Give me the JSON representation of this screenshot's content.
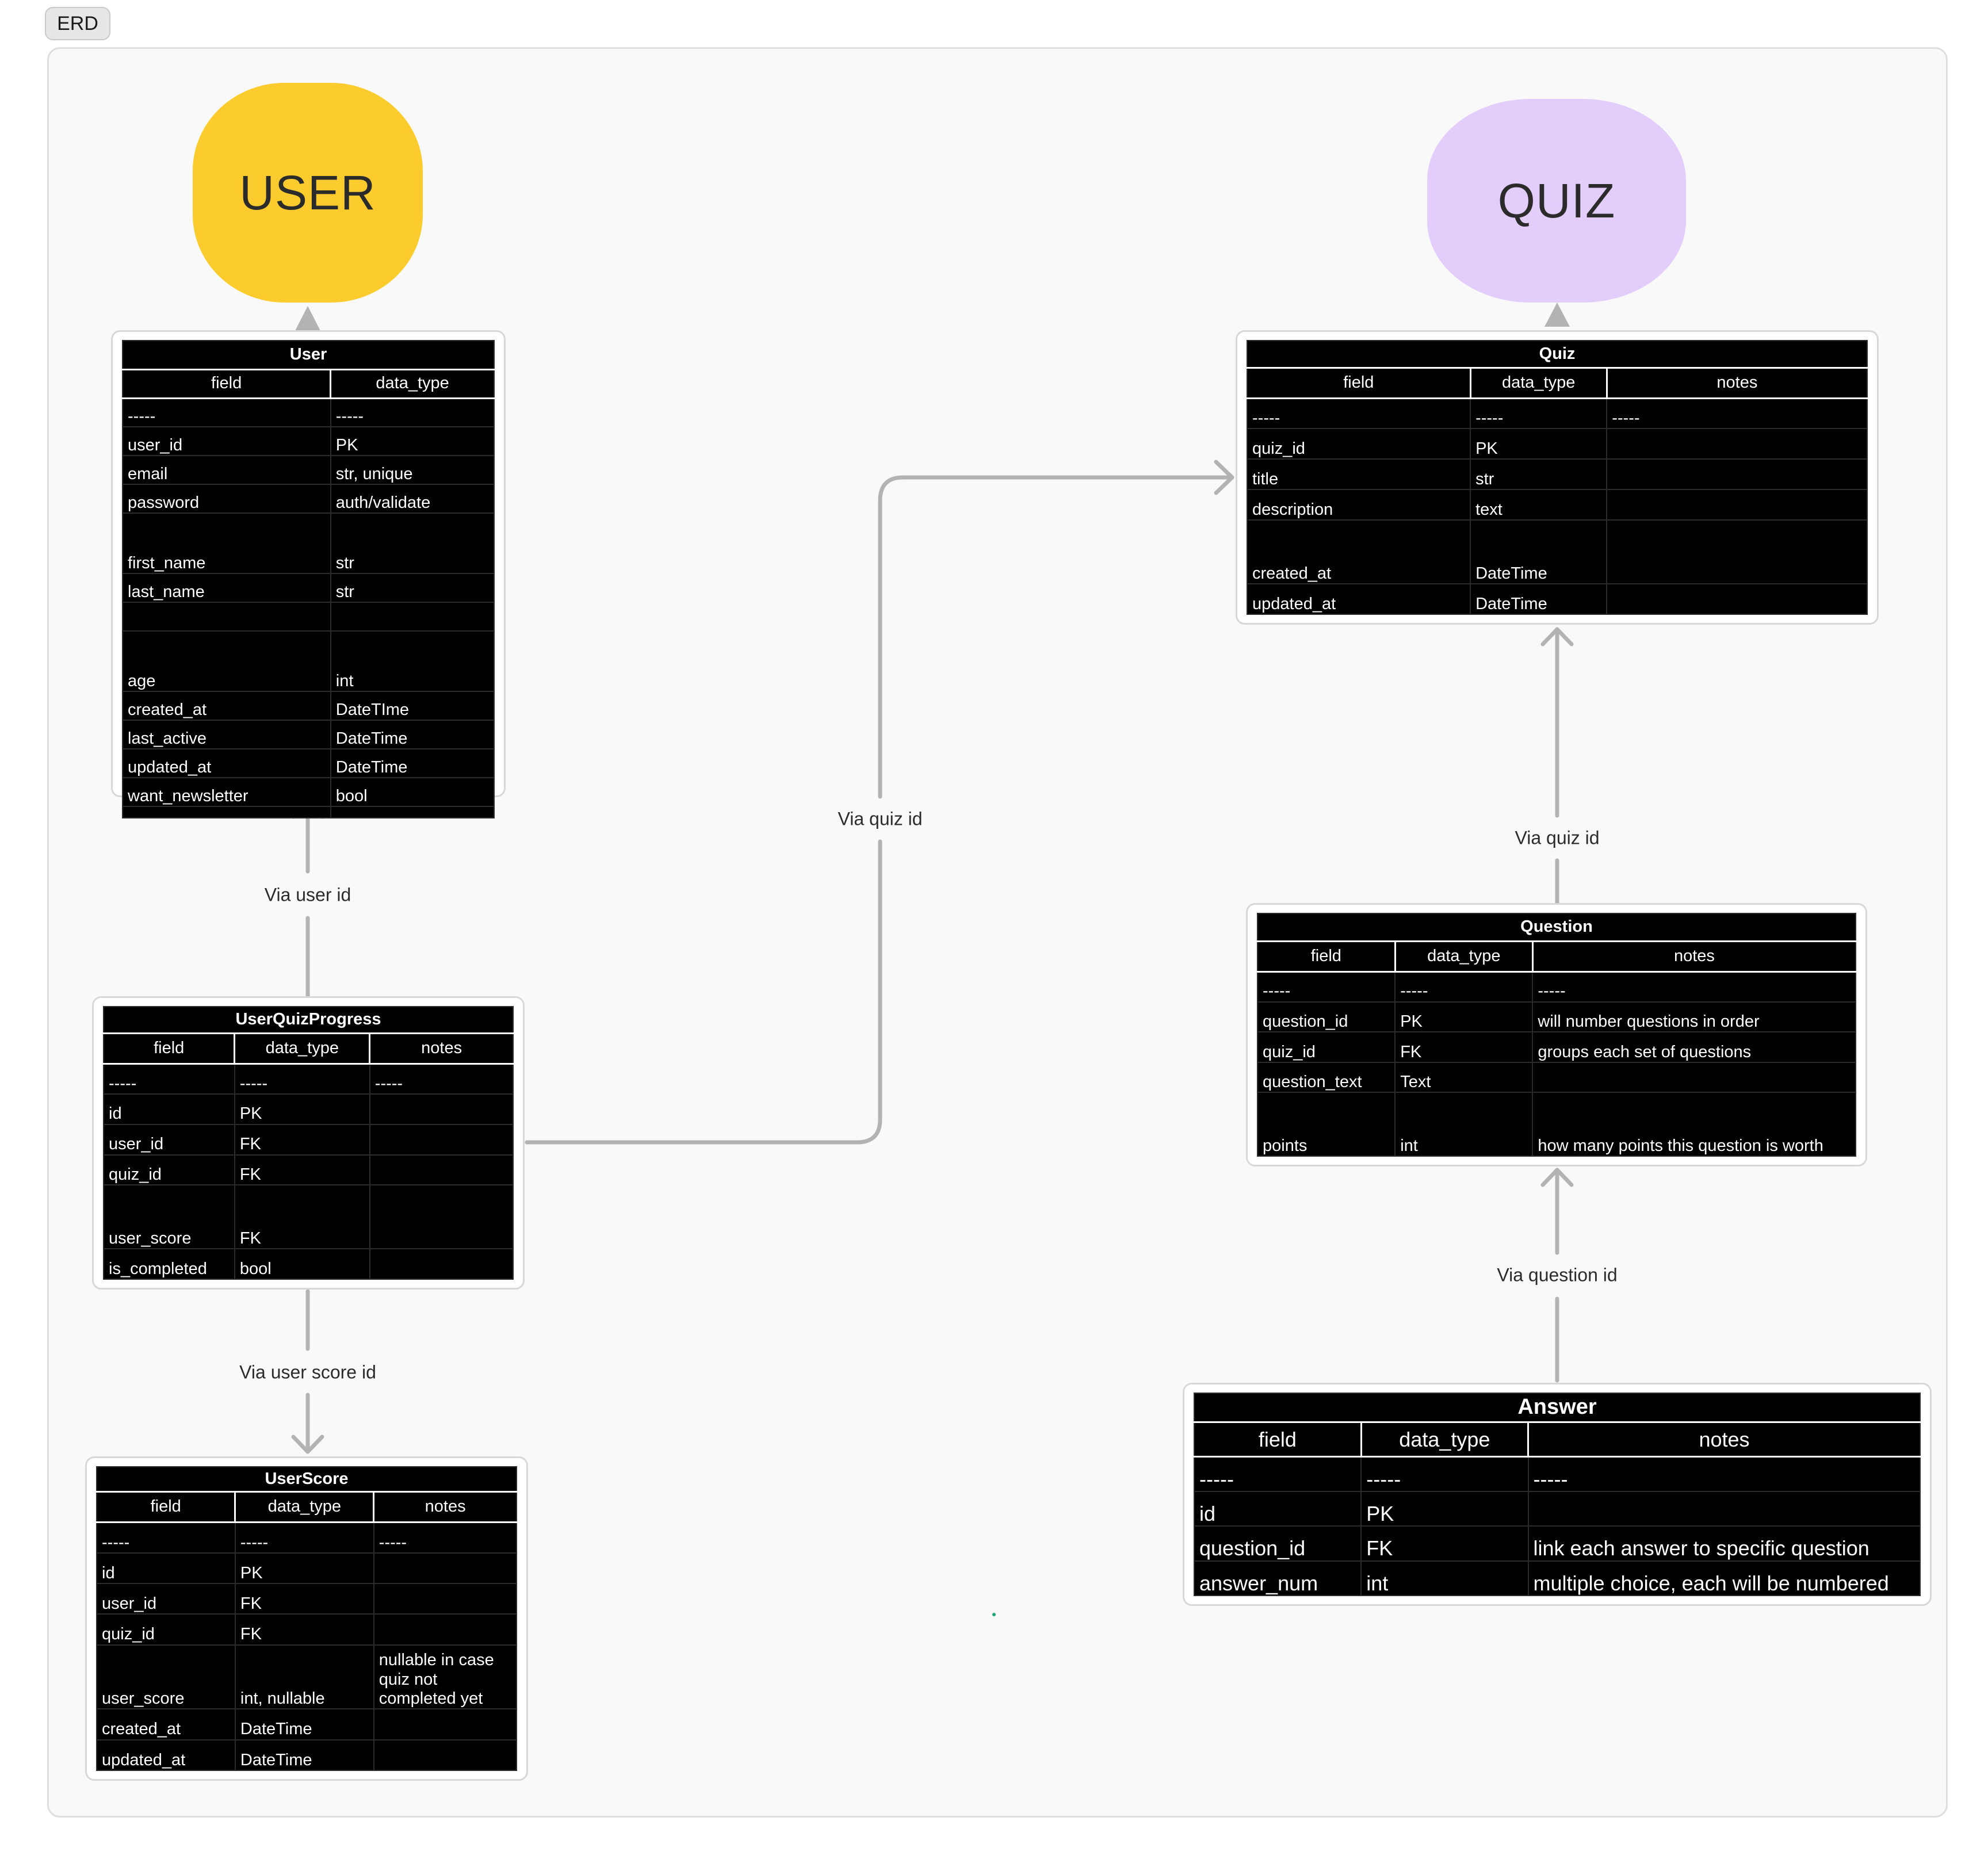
{
  "tab": {
    "label": "ERD"
  },
  "shapes": {
    "user": {
      "label": "USER",
      "color": "#fccc2e"
    },
    "quiz": {
      "label": "QUIZ",
      "color": "#e3cdfb"
    }
  },
  "connectors": {
    "via_user_id": "Via user id",
    "via_quiz_id_long": "Via quiz id",
    "via_quiz_id_short": "Via quiz id",
    "via_question_id": "Via question id",
    "via_user_score_id": "Via user score id"
  },
  "tables": {
    "user": {
      "title": "User",
      "columns": [
        "field",
        "data_type"
      ],
      "rows": [
        [
          "-----",
          "-----"
        ],
        [
          "user_id",
          "PK"
        ],
        [
          "email",
          "str, unique"
        ],
        [
          "password",
          "auth/validate"
        ],
        [
          "first_name",
          "str"
        ],
        [
          "last_name",
          "str"
        ],
        [
          "",
          ""
        ],
        [
          "age",
          "int"
        ],
        [
          "created_at",
          "DateTIme"
        ],
        [
          "last_active",
          "DateTime"
        ],
        [
          "updated_at",
          "DateTime"
        ],
        [
          "want_newsletter",
          "bool"
        ],
        [
          "",
          ""
        ]
      ]
    },
    "quiz": {
      "title": "Quiz",
      "columns": [
        "field",
        "data_type",
        "notes"
      ],
      "rows": [
        [
          "-----",
          "-----",
          "-----"
        ],
        [
          "quiz_id",
          "PK",
          ""
        ],
        [
          "title",
          "str",
          ""
        ],
        [
          "description",
          "text",
          ""
        ],
        [
          "created_at",
          "DateTime",
          ""
        ],
        [
          "updated_at",
          "DateTime",
          ""
        ]
      ]
    },
    "user_quiz_progress": {
      "title": "UserQuizProgress",
      "columns": [
        "field",
        "data_type",
        "notes"
      ],
      "rows": [
        [
          "-----",
          "-----",
          "-----"
        ],
        [
          "id",
          "PK",
          ""
        ],
        [
          "user_id",
          "FK",
          ""
        ],
        [
          "quiz_id",
          "FK",
          ""
        ],
        [
          "user_score",
          "FK",
          ""
        ],
        [
          "is_completed",
          "bool",
          ""
        ]
      ]
    },
    "question": {
      "title": "Question",
      "columns": [
        "field",
        "data_type",
        "notes"
      ],
      "rows": [
        [
          "-----",
          "-----",
          "-----"
        ],
        [
          "question_id",
          "PK",
          "will number questions in order"
        ],
        [
          "quiz_id",
          "FK",
          "groups each set of questions"
        ],
        [
          "question_text",
          "Text",
          ""
        ],
        [
          "points",
          "int",
          "how many points this question is worth"
        ]
      ]
    },
    "user_score": {
      "title": "UserScore",
      "columns": [
        "field",
        "data_type",
        "notes"
      ],
      "rows": [
        [
          "-----",
          "-----",
          "-----"
        ],
        [
          "id",
          "PK",
          ""
        ],
        [
          "user_id",
          "FK",
          ""
        ],
        [
          "quiz_id",
          "FK",
          ""
        ],
        [
          "user_score",
          "int, nullable",
          "nullable in case quiz not completed yet"
        ],
        [
          "created_at",
          "DateTime",
          ""
        ],
        [
          "updated_at",
          "DateTime",
          ""
        ]
      ]
    },
    "answer": {
      "title": "Answer",
      "columns": [
        "field",
        "data_type",
        "notes"
      ],
      "rows": [
        [
          "-----",
          "-----",
          "-----"
        ],
        [
          "id",
          "PK",
          ""
        ],
        [
          "question_id",
          "FK",
          "link each answer to specific question"
        ],
        [
          "answer_num",
          "int",
          "multiple choice, each will be numbered"
        ]
      ]
    }
  }
}
